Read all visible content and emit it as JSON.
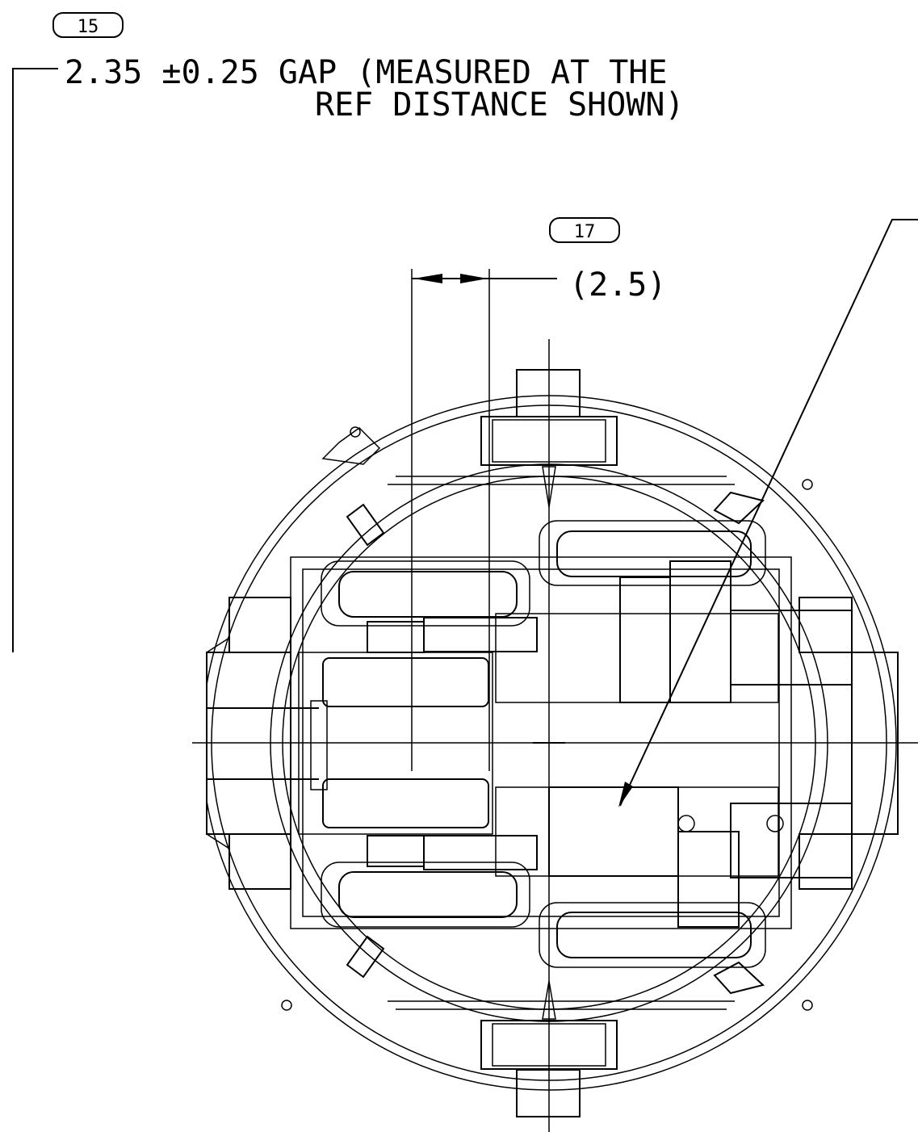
{
  "balloons": {
    "b15": "15",
    "b17": "17"
  },
  "notes": {
    "gap_line1": "2.35 ±0.25 GAP (MEASURED AT THE",
    "gap_line2": "REF DISTANCE SHOWN)",
    "ref_dim": "(2.5)"
  }
}
